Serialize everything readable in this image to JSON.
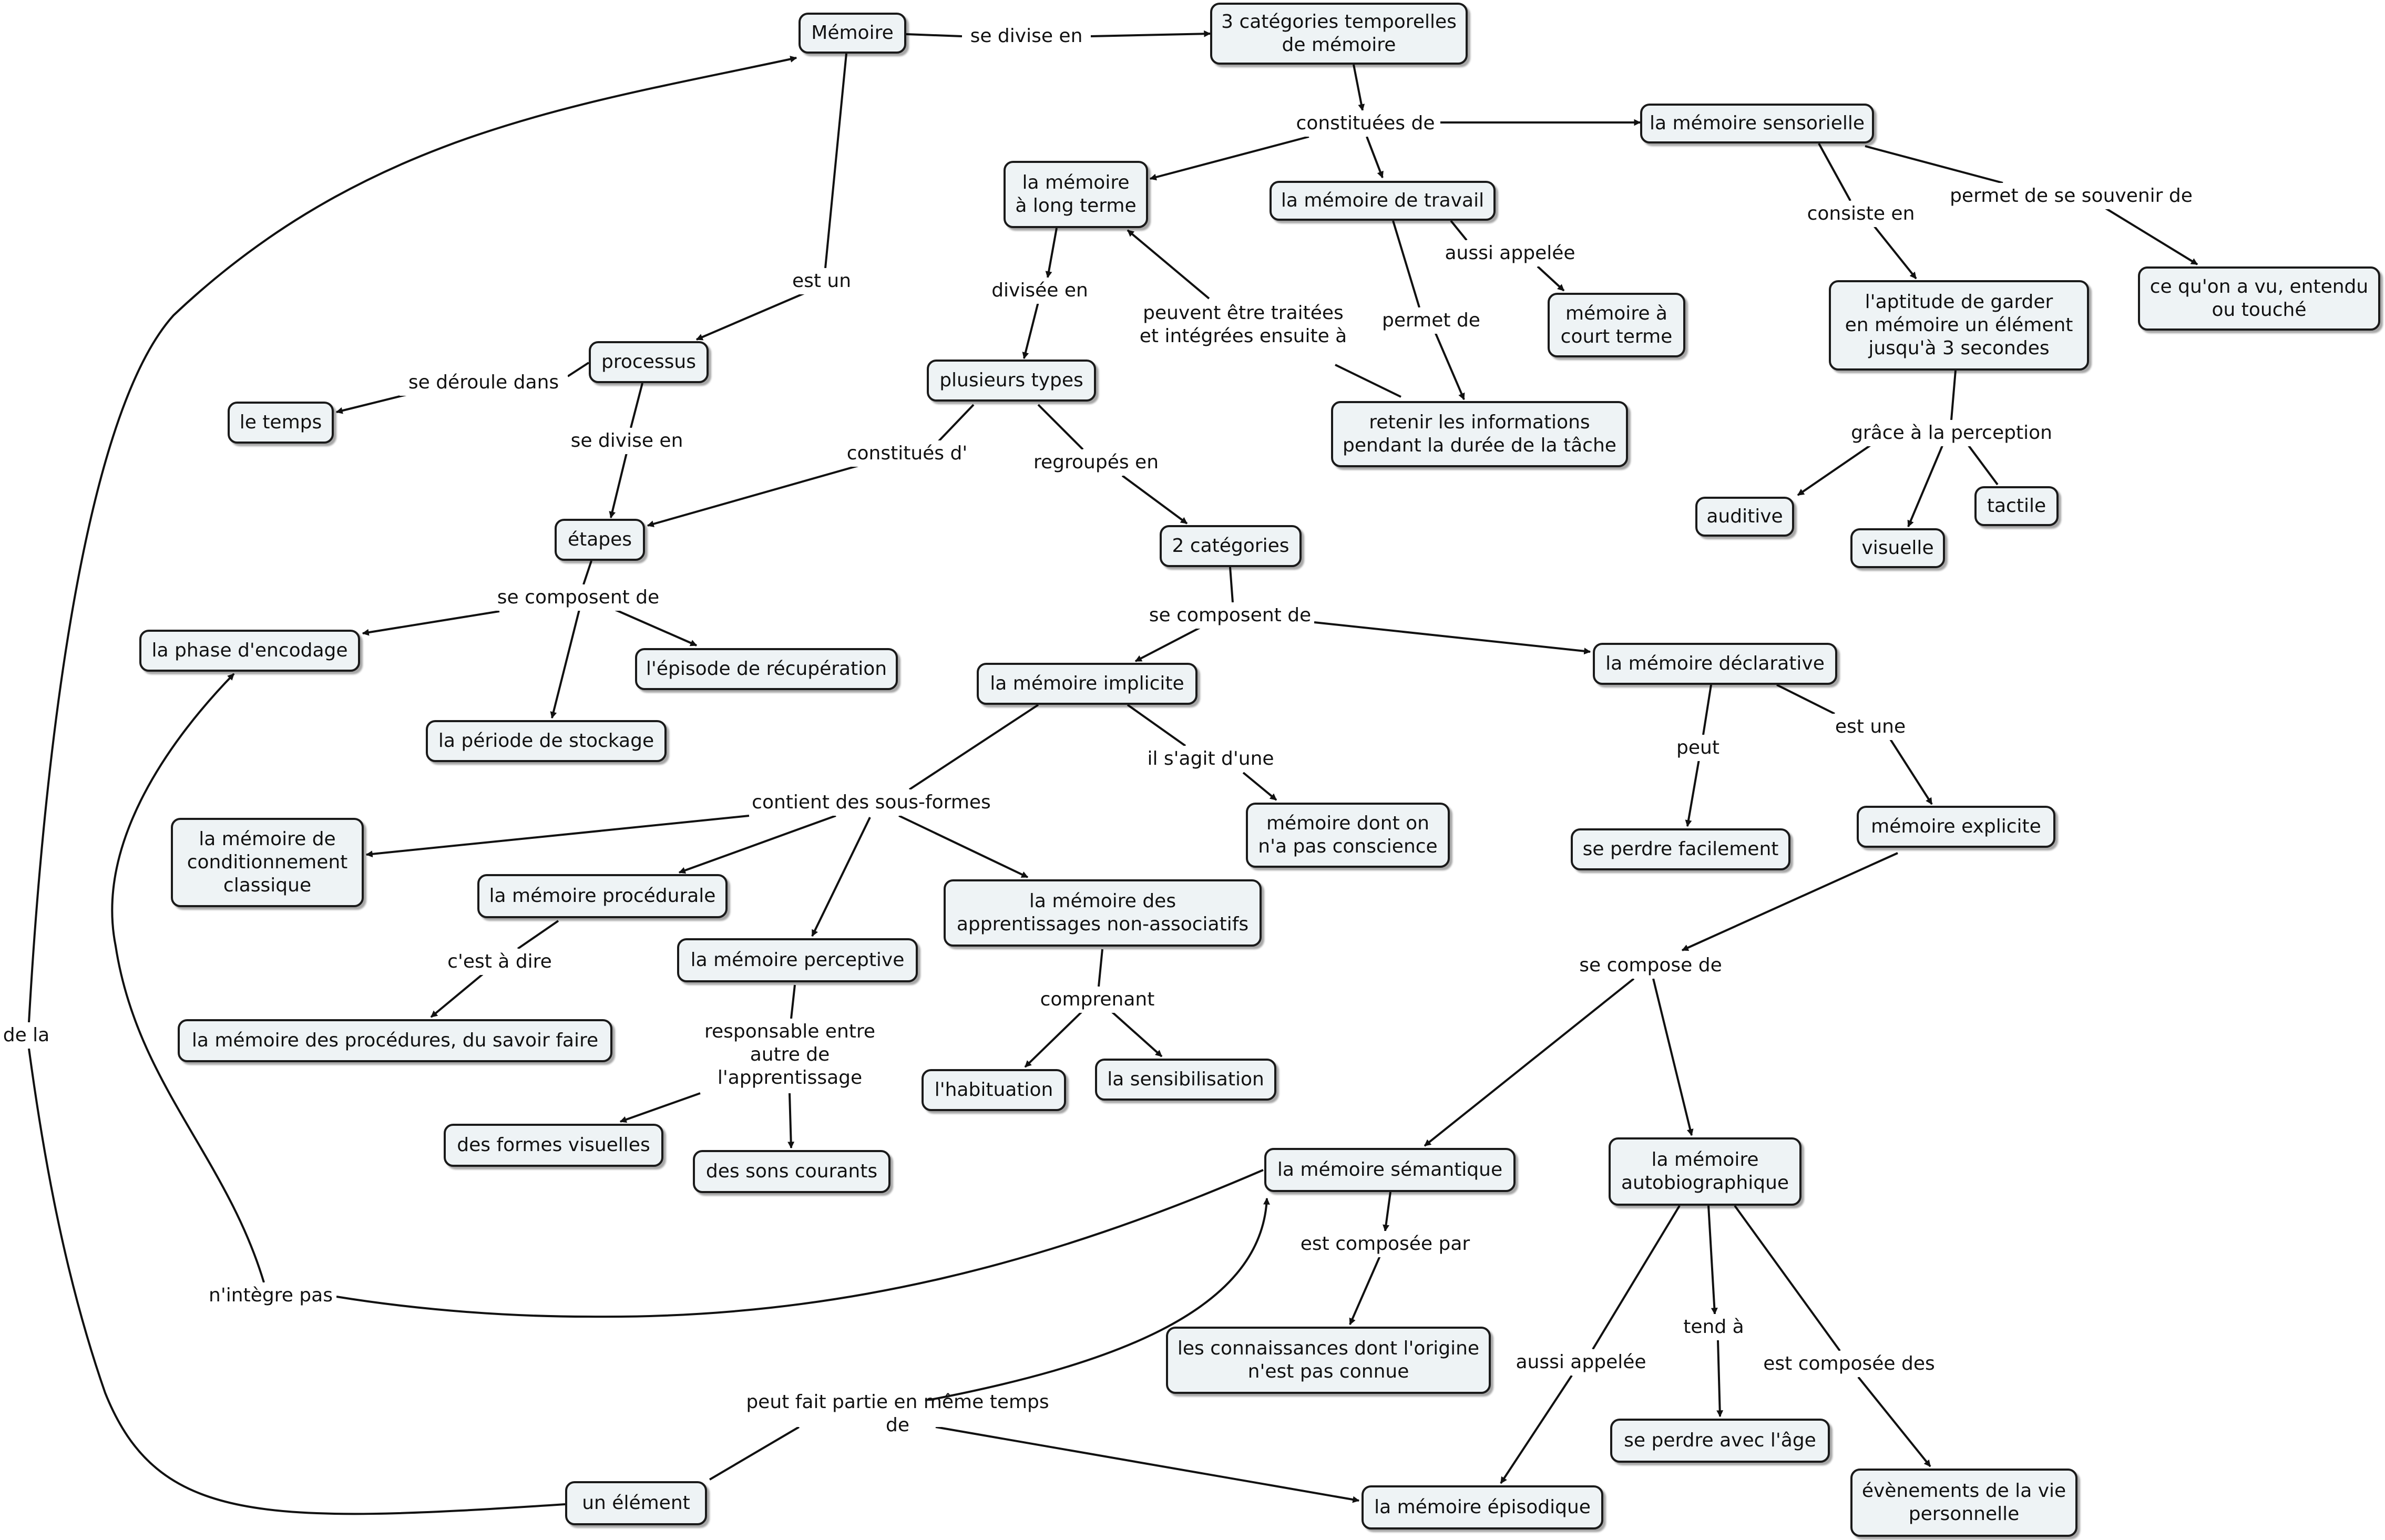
{
  "concepts": {
    "memoire": "Mémoire",
    "categories_temporelles": "3 catégories temporelles\nde mémoire",
    "memoire_sensorielle": "la mémoire sensorielle",
    "memoire_long_terme": "la mémoire\nà long terme",
    "memoire_travail": "la mémoire de travail",
    "memoire_court_terme": "mémoire à\ncourt terme",
    "retenir_informations": "retenir les informations\npendant la durée de la tâche",
    "aptitude_garder": "l'aptitude de garder\nen mémoire un élément\njusqu'à 3 secondes",
    "ce_quon_a_vu": "ce qu'on a vu, entendu\nou touché",
    "auditive": "auditive",
    "visuelle": "visuelle",
    "tactile": "tactile",
    "processus": "processus",
    "le_temps": "le temps",
    "etapes": "étapes",
    "phase_encodage": "la phase d'encodage",
    "episode_recuperation": "l'épisode de récupération",
    "periode_stockage": "la période de stockage",
    "plusieurs_types": "plusieurs types",
    "deux_categories": "2 catégories",
    "memoire_implicite": "la mémoire implicite",
    "memoire_declarative": "la mémoire déclarative",
    "memoire_pas_conscience": "mémoire dont on\nn'a pas conscience",
    "se_perdre_facilement": "se perdre facilement",
    "memoire_explicite": "mémoire explicite",
    "conditionnement_classique": "la mémoire de\nconditionnement\nclassique",
    "memoire_procedurale": "la mémoire procédurale",
    "memoire_perceptive": "la mémoire perceptive",
    "apprentissages_non_associatifs": "la mémoire des\napprentissages non-associatifs",
    "procedures_savoir_faire": "la mémoire des procédures, du savoir faire",
    "habituation": "l'habituation",
    "sensibilisation": "la sensibilisation",
    "formes_visuelles": "des formes visuelles",
    "sons_courants": "des sons courants",
    "memoire_semantique": "la mémoire sémantique",
    "memoire_autobiographique": "la mémoire\nautobiographique",
    "connaissances_origine": "les connaissances dont l'origine\nn'est pas connue",
    "se_perdre_avec_age": "se perdre avec l'âge",
    "evenements_vie": "évènements de la vie\npersonnelle",
    "memoire_episodique": "la mémoire épisodique",
    "un_element": "un élément"
  },
  "links": {
    "se_divise_en": "se divise en",
    "constituees_de": "constituées de",
    "est_un": "est un",
    "se_deroule_dans": "se déroule dans",
    "se_divise_en_2": "se divise en",
    "divisee_en": "divisée en",
    "aussi_appelee": "aussi appelée",
    "permet_de": "permet de",
    "peuvent_etre_traitees": "peuvent être traitées\net intégrées ensuite à",
    "consiste_en": "consiste en",
    "permet_de_se_souvenir_de": "permet de se souvenir de",
    "grace_a_la_perception": "grâce à la perception",
    "constitues_d": "constitués d'",
    "regroupes_en": "regroupés en",
    "se_composent_de": "se composent de",
    "se_composent_de_2": "se composent de",
    "il_sagit_dune": "il s'agit d'une",
    "peut": "peut",
    "est_une": "est une",
    "contient_des_sous_formes": "contient des sous-formes",
    "cest_a_dire": "c'est à dire",
    "comprenant": "comprenant",
    "responsable_entre": "responsable entre\nautre de\nl'apprentissage",
    "se_compose_de": "se compose de",
    "est_composee_par": "est composée par",
    "aussi_appelee_2": "aussi appelée",
    "tend_a": "tend à",
    "est_composee_des": "est composée des",
    "de_la": "de la",
    "nintegre_pas": "n'intègre pas",
    "peut_fait_partie": "peut fait partie en même temps de"
  },
  "colors": {
    "node_fill": "#eef3f5",
    "node_border": "#1a1a1a",
    "line": "#111111"
  }
}
